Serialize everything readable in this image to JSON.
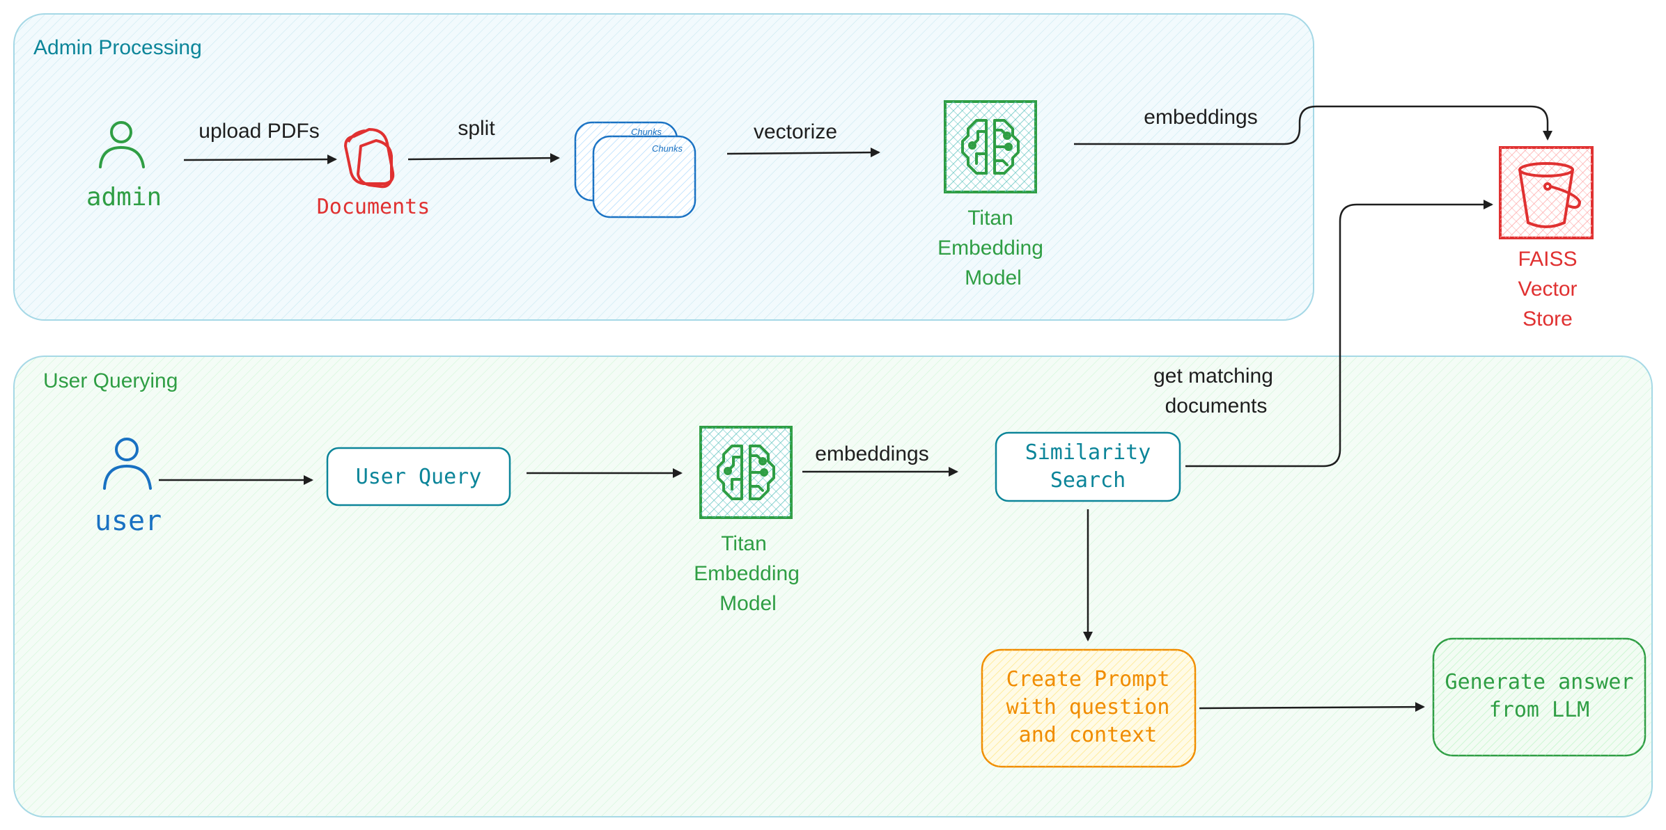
{
  "colors": {
    "teal": "#0c8599",
    "green": "#2f9e44",
    "red": "#e03131",
    "blue": "#1971c2",
    "orange": "#f08c00",
    "dark": "#1e1e1e",
    "panel_stroke": "#a5d8e6",
    "admin_fill": "#e7f5fb",
    "user_fill": "#ebfbee"
  },
  "groups": {
    "admin": {
      "label": "Admin Processing"
    },
    "user": {
      "label": "User Querying"
    }
  },
  "actors": {
    "admin": {
      "label": "admin",
      "icon": "person-icon"
    },
    "user": {
      "label": "user",
      "icon": "person-icon"
    }
  },
  "nodes": {
    "documents": {
      "label": "Documents",
      "icon": "documents-icon"
    },
    "chunks": {
      "label_back": "Chunks",
      "label_front": "Chunks"
    },
    "titan_admin": {
      "line1": "Titan",
      "line2": "Embedding",
      "line3": "Model",
      "icon": "neural-chip-icon"
    },
    "titan_user": {
      "line1": "Titan",
      "line2": "Embedding",
      "line3": "Model",
      "icon": "neural-chip-icon"
    },
    "faiss": {
      "line1": "FAISS",
      "line2": "Vector",
      "line3": "Store",
      "icon": "bucket-icon"
    },
    "user_query": {
      "label": "User Query"
    },
    "similarity": {
      "line1": "Similarity",
      "line2": "Search"
    },
    "prompt": {
      "line1": "Create Prompt",
      "line2": "with question",
      "line3": "and context"
    },
    "answer": {
      "line1": "Generate answer",
      "line2": "from LLM"
    }
  },
  "edges": {
    "upload": "upload PDFs",
    "split": "split",
    "vectorize": "vectorize",
    "embeddings_admin": "embeddings",
    "embeddings_user": "embeddings",
    "get_matching_1": "get matching",
    "get_matching_2": "documents"
  }
}
